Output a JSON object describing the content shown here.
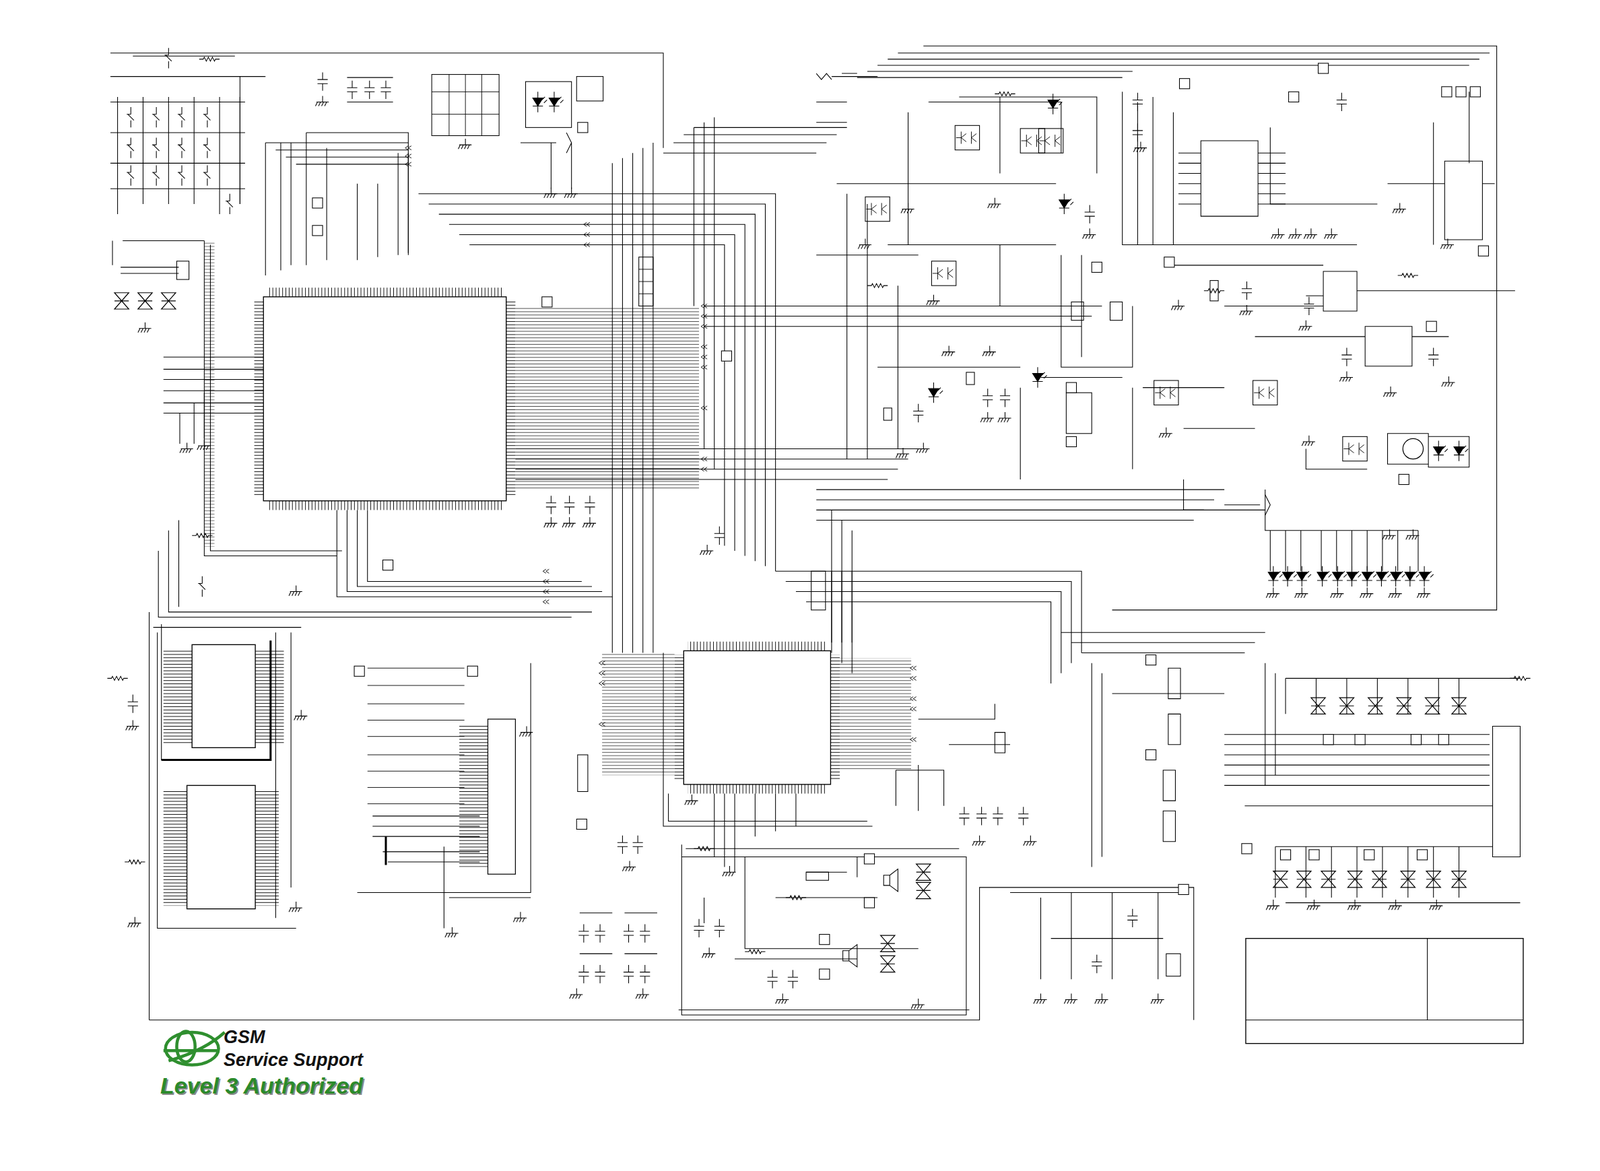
{
  "diagram": {
    "labels": [
      "GSM",
      "Service Support",
      "Level 3 Authorized"
    ]
  }
}
